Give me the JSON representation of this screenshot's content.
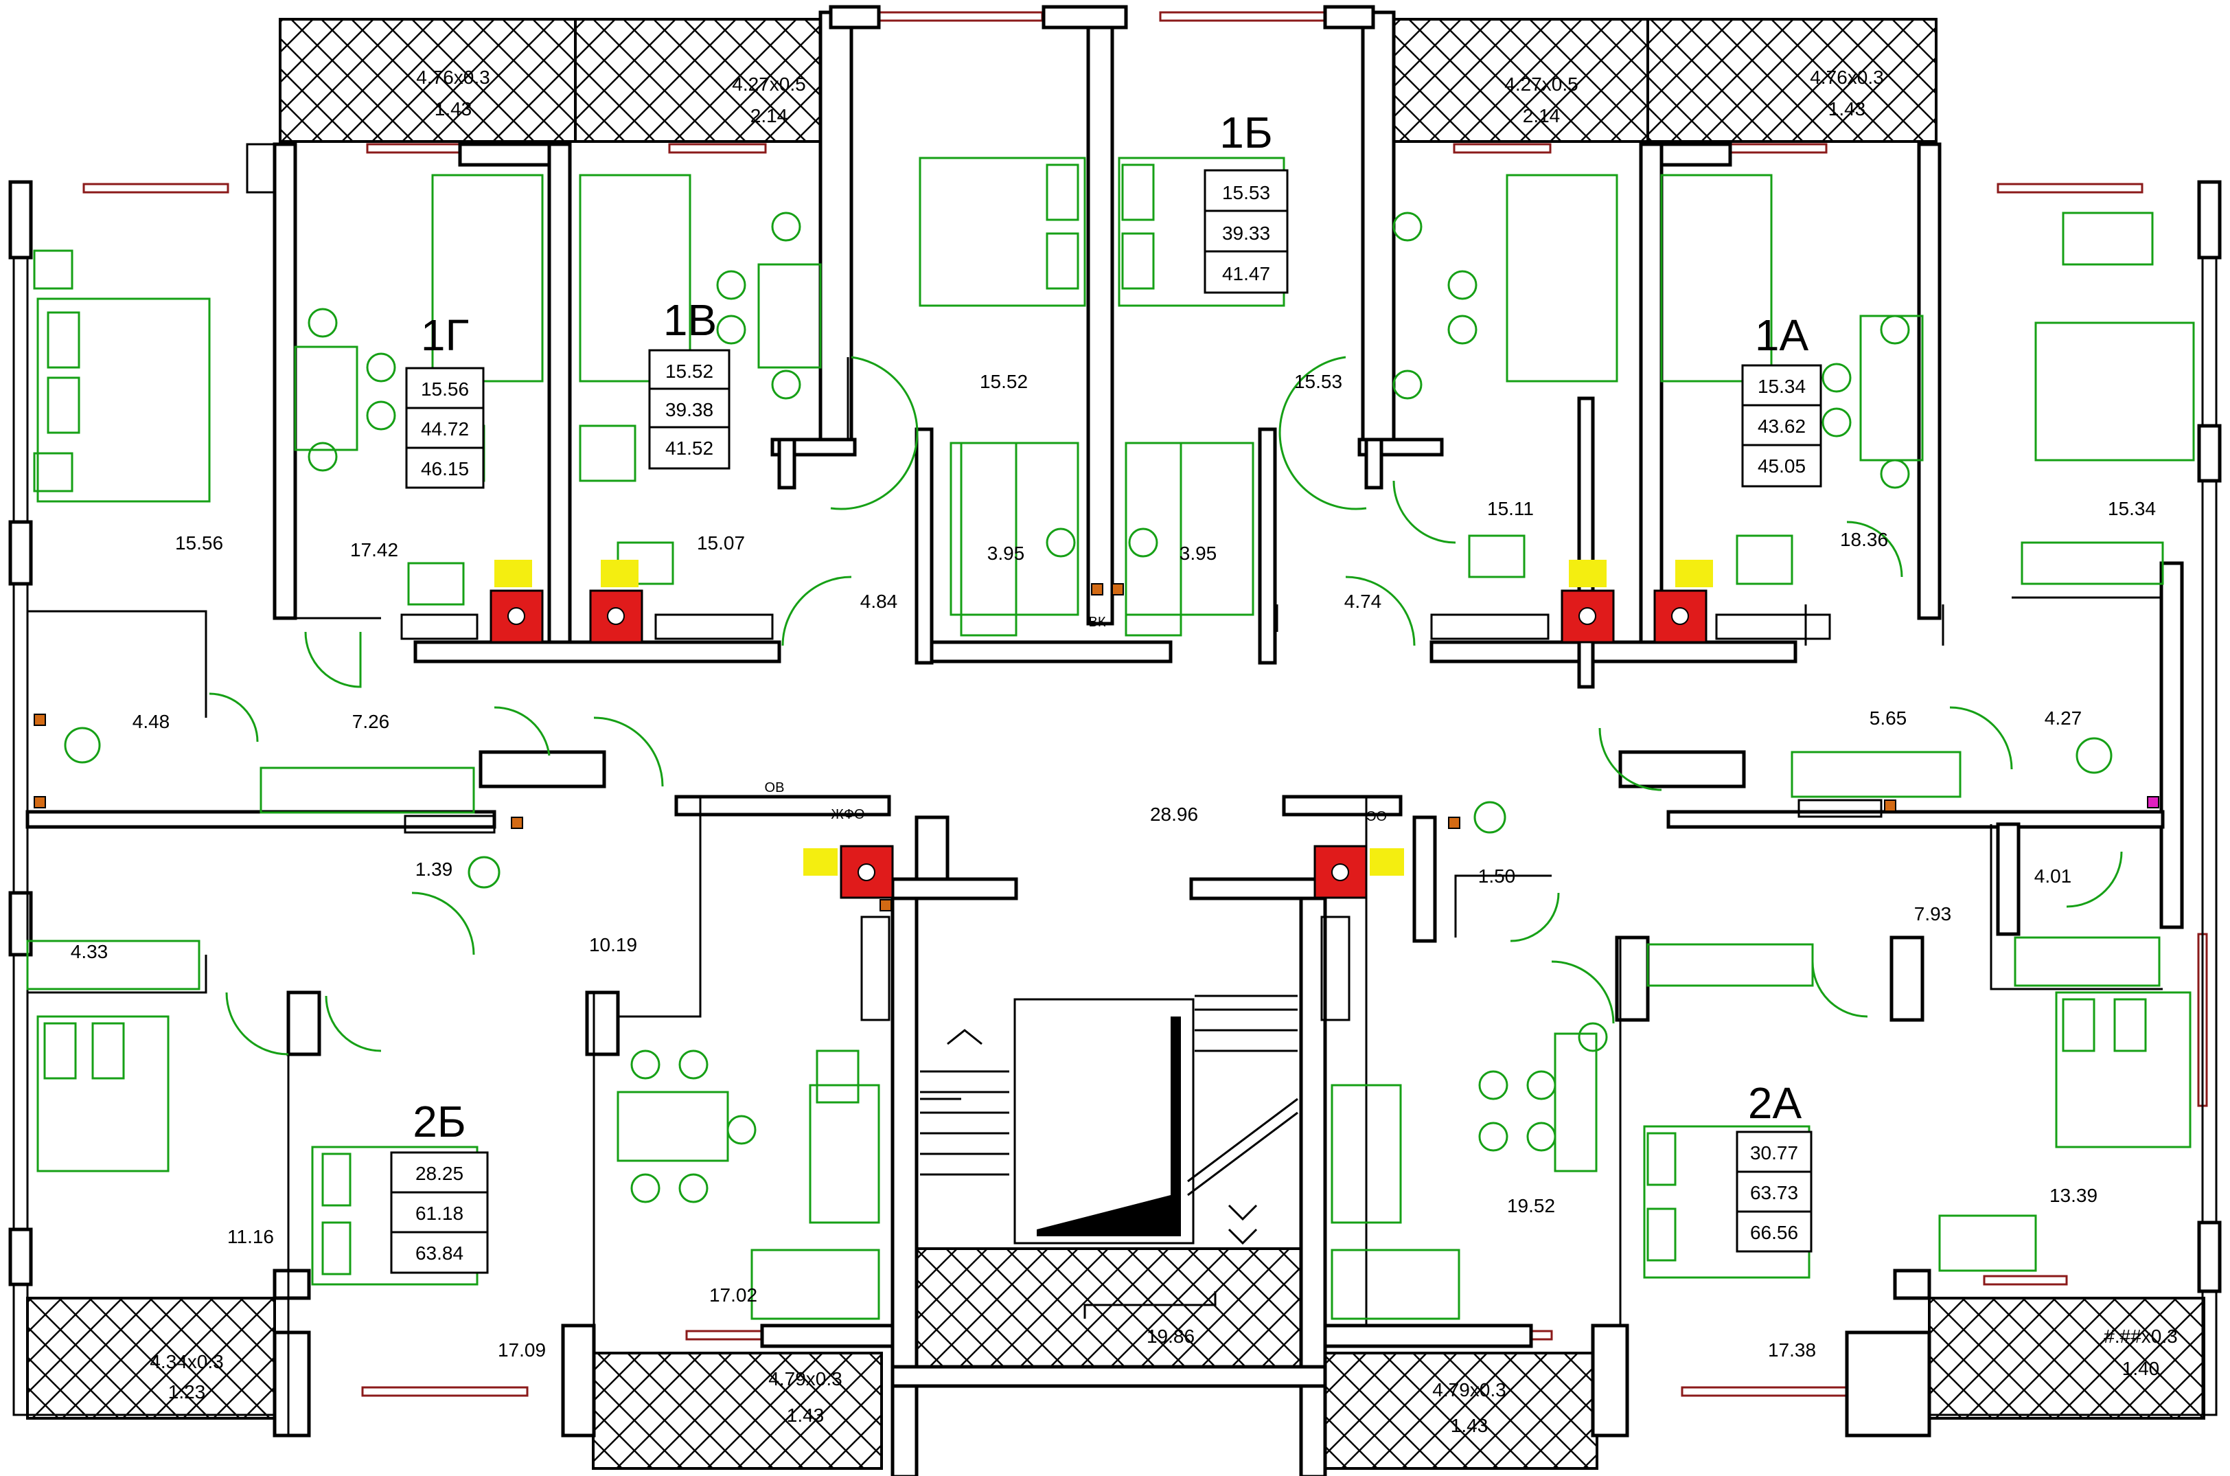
{
  "apartments": [
    {
      "name": "1Г",
      "areas": [
        "15.56",
        "44.72",
        "46.15"
      ]
    },
    {
      "name": "1В",
      "areas": [
        "15.52",
        "39.38",
        "41.52"
      ]
    },
    {
      "name": "1Б",
      "areas": [
        "15.53",
        "39.33",
        "41.47"
      ]
    },
    {
      "name": "1А",
      "areas": [
        "15.34",
        "43.62",
        "45.05"
      ]
    },
    {
      "name": "2Б",
      "areas": [
        "28.25",
        "61.18",
        "63.84"
      ]
    },
    {
      "name": "2А",
      "areas": [
        "30.77",
        "63.73",
        "66.56"
      ]
    }
  ],
  "rooms": [
    "15.56",
    "17.42",
    "15.07",
    "15.52",
    "15.53",
    "15.11",
    "18.36",
    "15.34",
    "3.95",
    "3.95",
    "4.84",
    "4.74",
    "4.48",
    "7.26",
    "5.65",
    "4.27",
    "1.39",
    "4.33",
    "28.96",
    "10.19",
    "1.50",
    "4.01",
    "7.93",
    "11.16",
    "17.02",
    "17.09",
    "19.52",
    "17.38",
    "13.39",
    "19.86"
  ],
  "balconies": [
    {
      "dims": "4.76x0.3",
      "area": "1.43"
    },
    {
      "dims": "4.27x0.5",
      "area": "2.14"
    },
    {
      "dims": "4.27x0.5",
      "area": "2.14"
    },
    {
      "dims": "4.76x0.3",
      "area": "1.43"
    },
    {
      "dims": "4.34x0.3",
      "area": "1.23"
    },
    {
      "dims": "4.79x0.3",
      "area": "1.43"
    },
    {
      "dims": "4.79x0.3",
      "area": "1.43"
    },
    {
      "dims": "#.##x0.3",
      "area": "1.40"
    }
  ],
  "markers": {
    "vk": "ВК",
    "ov": "ОВ",
    "zhfo": "ЖФО",
    "eo": "ЭО"
  },
  "colors": {
    "walls": "#000000",
    "furniture": "#16a016",
    "stove": "#e01b1b",
    "vent": "#f4ee10",
    "riser": "#d36a14",
    "window": "#8b1a1a"
  }
}
